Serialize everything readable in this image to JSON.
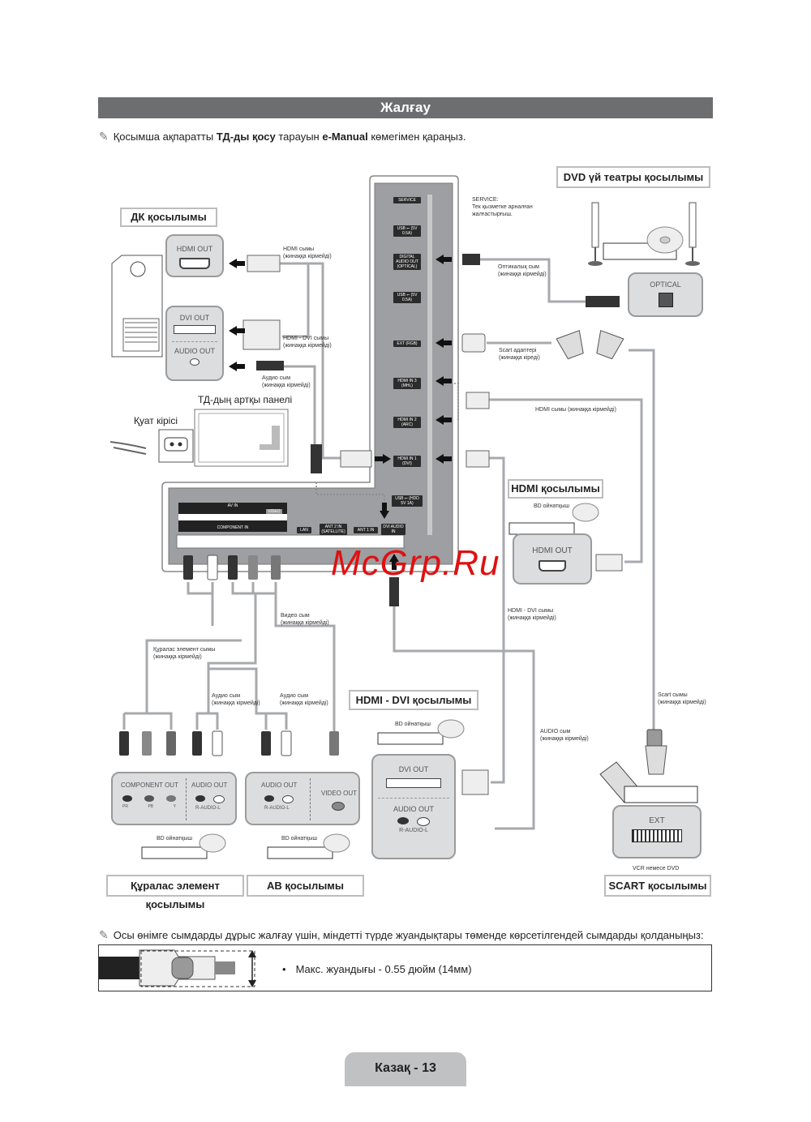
{
  "header": {
    "title": "Жалғау",
    "note_prefix": "Қосымша ақпаратты ",
    "note_bold1": "ТД-ды қосу",
    "note_mid": " тарауын ",
    "note_bold2": "e-Manual",
    "note_suffix": " көмегімен қараңыз."
  },
  "sections": {
    "pc": "ДК қосылымы",
    "dvd_home_theater": "DVD үй театры қосылымы",
    "hdmi": "HDMI қосылымы",
    "hdmi_dvi": "HDMI - DVI қосылымы",
    "component": "Құралас элемент қосылымы",
    "av": "АВ қосылымы",
    "scart": "SCART қосылымы"
  },
  "tv": {
    "rear_panel_label": "ТД-дың артқы панелі",
    "power_label": "Қуат кірісі",
    "side_ports": [
      {
        "label": "SERVICE"
      },
      {
        "label": "USB ⭠ (5V 0.5A)"
      },
      {
        "label": "DIGITAL AUDIO OUT (OPTICAL)"
      },
      {
        "label": "USB ⭠ (5V 0.5A)"
      },
      {
        "label": "EXT (RGB)"
      },
      {
        "label": "HDMI IN 3 (MHL)"
      },
      {
        "label": "HDMI IN 2 (ARC)"
      },
      {
        "label": "HDMI IN 1 (DVI)"
      },
      {
        "label": "USB ⭠ (HDD 5V 1A)"
      }
    ],
    "bottom_ports": {
      "av_in": "AV IN",
      "component_in": "COMPONENT IN",
      "video": "VIDEO",
      "lan": "LAN",
      "ant2": "ANT 2 IN (SATELLITE)",
      "ant1": "ANT 1 IN",
      "dvi_audio": "DVI AUDIO IN"
    }
  },
  "cables": {
    "service_title": "SERVICE:",
    "service_desc1": "Тек қызметке арналған",
    "service_desc2": "жалғастырғыш.",
    "optical_1": "Оптикалық сым",
    "optical_2": "(жинаққа кірмейді)",
    "scart_adapter_1": "Scart адаптері",
    "scart_adapter_2": "(жинаққа кіреді)",
    "hdmi_cable_right": "HDMI сымы (жинаққа кірмейді)",
    "pc_hdmi_1": "HDMI сымы",
    "pc_hdmi_2": "(жинаққа кірмейді)",
    "pc_dvi_1": "HDMI - DVI сымы",
    "pc_dvi_2": "(жинаққа кірмейді)",
    "pc_audio_1": "Аудио сым",
    "pc_audio_2": "(жинаққа кірмейді)",
    "video_1": "Видео сым",
    "video_2": "(жинаққа кірмейді)",
    "component_1": "Құралас элемент сымы",
    "component_2": "(жинаққа кірмейді)",
    "audio_a_1": "Аудио сым",
    "audio_a_2": "(жинаққа кірмейді)",
    "audio_b_1": "Аудио сым",
    "audio_b_2": "(жинаққа кірмейді)",
    "hdmidvi_1": "HDMI - DVI сымы",
    "hdmidvi_2": "(жинаққа кірмейді)",
    "audio_cable_1": "AUDIO сым",
    "audio_cable_2": "(жинаққа кірмейді)",
    "scart_cable_1": "Scart сымы",
    "scart_cable_2": "(жинаққа кірмейді)"
  },
  "devices": {
    "pc_hdmi_out": "HDMI OUT",
    "pc_dvi_out": "DVI OUT",
    "pc_audio_out": "AUDIO OUT",
    "optical": "OPTICAL",
    "bd_player": "BD ойнатқыш",
    "hdmi_out": "HDMI OUT",
    "dvi_out": "DVI OUT",
    "audio_out": "AUDIO OUT",
    "r_audio_l": "R-AUDIO-L",
    "component_out": "COMPONENT OUT",
    "pr": "PR",
    "pb": "PB",
    "y": "Y",
    "video_out": "VIDEO OUT",
    "ext": "EXT",
    "vcr_or_dvd": "VCR немесе DVD"
  },
  "cable_note": {
    "text": "Осы өнімге сымдарды дұрыс жалғау үшін, міндетті түрде жуандықтары төменде көрсетілгендей сымдарды қолданыңыз:",
    "spec": "Макс. жуандығы - 0.55 дюйм (14мм)"
  },
  "watermark": "McGrp.Ru",
  "footer": {
    "page": "Казақ - 13"
  }
}
